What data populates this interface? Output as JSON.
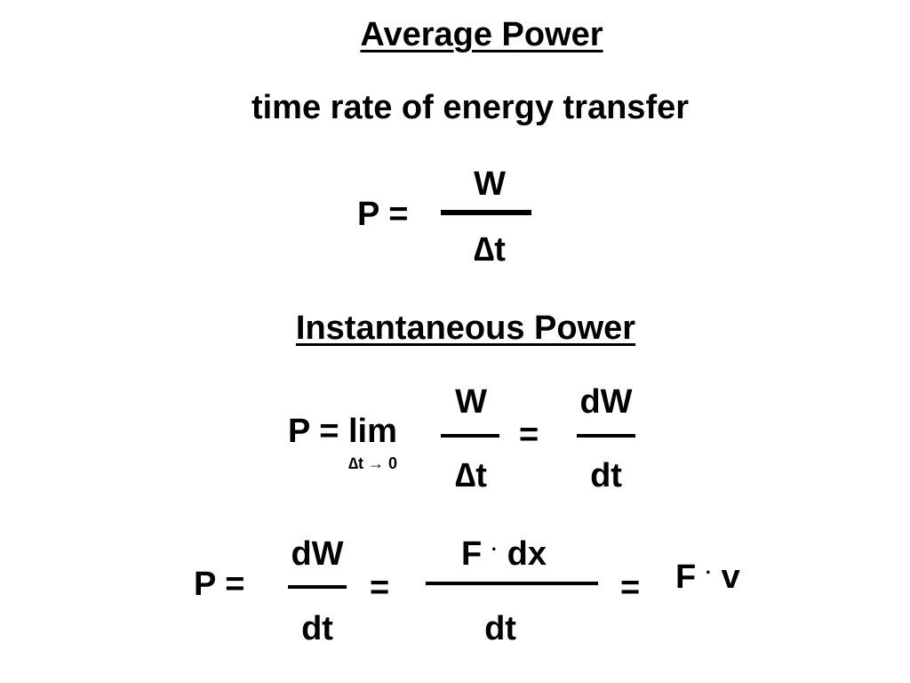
{
  "avg": {
    "heading": "Average Power",
    "subheading": "time rate of energy transfer",
    "lhs": "P =",
    "numerator": "W",
    "denominator": "∆t"
  },
  "inst": {
    "heading": "Instantaneous Power",
    "lhs": "P = lim",
    "limit_sub": "∆t → 0",
    "frac1_num": "W",
    "frac1_den": "∆t",
    "eq1": "=",
    "frac2_num": "dW",
    "frac2_den": "dt"
  },
  "final": {
    "lhs": "P =",
    "frac1_num": "dW",
    "frac1_den": "dt",
    "eq1": "=",
    "frac2_num_left": "F",
    "frac2_num_dot": "·",
    "frac2_num_right": "dx",
    "frac2_den": "dt",
    "eq2": "=",
    "result_left": "F",
    "result_dot": "·",
    "result_right": "v"
  }
}
